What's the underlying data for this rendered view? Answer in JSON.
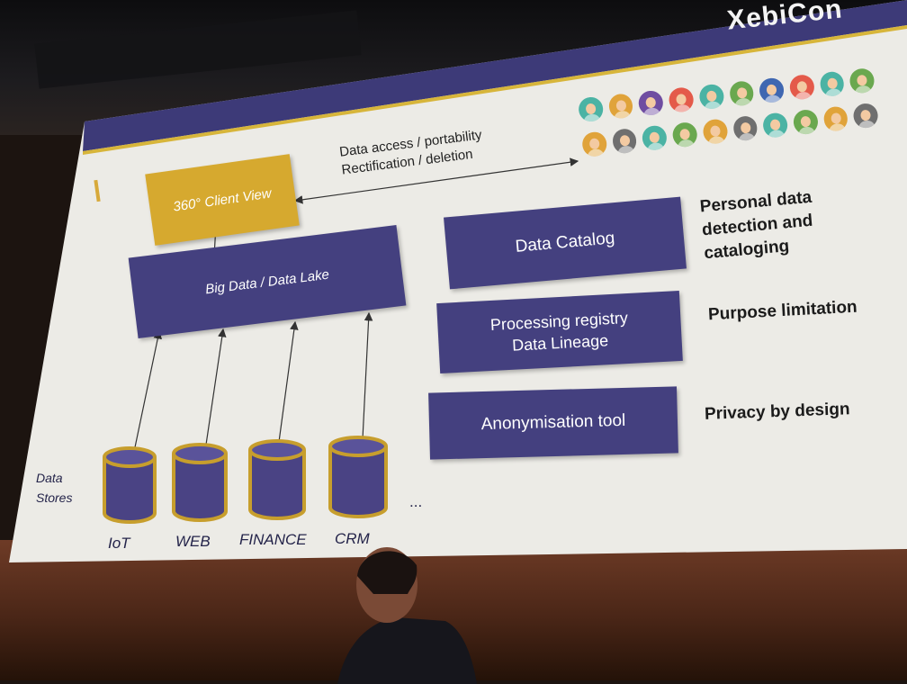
{
  "brand": {
    "logo_text": "XebiCon"
  },
  "slide": {
    "client_view": "360° Client View",
    "big_data": "Big Data / Data Lake",
    "access_note": "Data access / portability\nRectification / deletion",
    "data_stores_label": "Data\nStores",
    "stores": [
      {
        "label": "IoT"
      },
      {
        "label": "WEB"
      },
      {
        "label": "FINANCE"
      },
      {
        "label": "CRM"
      }
    ],
    "ellipsis": "...",
    "tools": [
      {
        "box": "Data Catalog",
        "note": "Personal data\ndetection and\ncataloging"
      },
      {
        "box": "Processing registry\nData Lineage",
        "note": "Purpose limitation"
      },
      {
        "box": "Anonymisation tool",
        "note": "Privacy by design"
      }
    ]
  },
  "colors": {
    "box_purple": "#44407f",
    "box_gold": "#d6a92f",
    "slide_bg": "#ecebe6",
    "header_band": "#3d3a78"
  },
  "avatar_colors": [
    [
      "#4bb3a4",
      "#e0a33a",
      "#6f4da1",
      "#e45a4a",
      "#4bb3a4",
      "#6aa84f",
      "#3f67b1",
      "#e45a4a",
      "#4bb3a4",
      "#6aa84f"
    ],
    [
      "#e0a33a",
      "#6f6f6f",
      "#4bb3a4",
      "#6aa84f",
      "#e0a33a",
      "#6f6f6f",
      "#4bb3a4",
      "#6aa84f",
      "#e0a33a",
      "#6f6f6f"
    ]
  ]
}
